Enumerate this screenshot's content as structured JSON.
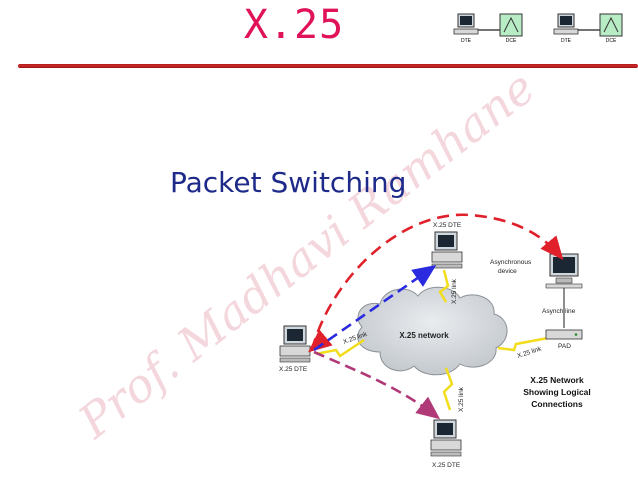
{
  "slide": {
    "title": "X.25",
    "subtitle": "Packet Switching",
    "watermark": "Prof. Madhavi Ramhane"
  },
  "header_icons": {
    "left_pair": [
      "DTE",
      "DCE"
    ],
    "right_pair": [
      "DTE",
      "DCE"
    ]
  },
  "diagram": {
    "network_label": "X.25 network",
    "dte_left": "X.25 DTE",
    "dte_top": "X.25 DTE",
    "dte_bottom": "X.25 DTE",
    "async_device": [
      "Asynchronous",
      "device"
    ],
    "async_line": "Asynch line",
    "pad": "PAD",
    "link_label": "X.25 link",
    "caption": [
      "X.25 Network",
      "Showing Logical",
      "Connections"
    ]
  },
  "colors": {
    "title": "#e0135a",
    "subtitle": "#1d2a8a",
    "red_connection": "#e0202a",
    "blue_connection": "#2a2adf",
    "purple_connection": "#b03a78"
  }
}
